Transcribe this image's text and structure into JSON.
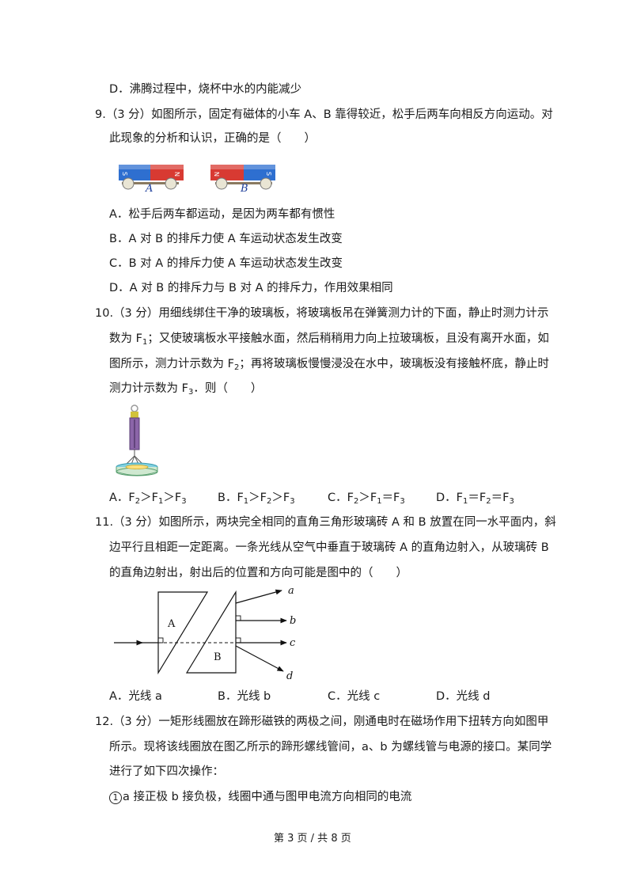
{
  "q8": {
    "option_d": "D．沸腾过程中，烧杯中水的内能减少"
  },
  "q9": {
    "line1": "9.（3 分）如图所示，固定有磁体的小车 A、B 靠得较近，松手后两车向相反方向运动。对",
    "line2": "此现象的分析和认识，正确的是（　　）",
    "fig": {
      "car_a": "A",
      "car_b": "B",
      "pole_s": "S",
      "pole_n": "N"
    },
    "option_a": "A．松手后两车都运动，是因为两车都有惯性",
    "option_b": "B．A 对 B 的排斥力使 A 车运动状态发生改变",
    "option_c": "C．B 对 A 的排斥力使 A 车运动状态发生改变",
    "option_d": "D．A 对 B 的排斥力与 B 对 A 的排斥力，作用效果相同"
  },
  "q10": {
    "line1": "10.（3 分）用细线绑住干净的玻璃板，将玻璃板吊在弹簧测力计的下面，静止时测力计示",
    "line2_a": "数为 F",
    "line2_sub": "1",
    "line2_b": "；又使玻璃板水平接触水面，然后稍稍用力向上拉玻璃板，且没有离开水面，如",
    "line3_a": "图所示，测力计示数为 F",
    "line3_sub": "2",
    "line3_b": "；再将玻璃板慢慢浸没在水中，玻璃板没有接触杯底，静止时",
    "line4_a": "测力计示数为 F",
    "line4_sub": "3",
    "line4_b": "．则（　　）",
    "options": {
      "a": {
        "pre": "A．F",
        "s1": "2",
        "m1": "＞F",
        "s2": "1",
        "m2": "＞F",
        "s3": "3"
      },
      "b": {
        "pre": "B．F",
        "s1": "1",
        "m1": "＞F",
        "s2": "2",
        "m2": "＞F",
        "s3": "3"
      },
      "c": {
        "pre": "C．F",
        "s1": "2",
        "m1": "＞F",
        "s2": "1",
        "m2": "＝F",
        "s3": "3"
      },
      "d": {
        "pre": "D．F",
        "s1": "1",
        "m1": "＝F",
        "s2": "2",
        "m2": "＝F",
        "s3": "3"
      }
    }
  },
  "q11": {
    "line1": "11.（3 分）如图所示，两块完全相同的直角三角形玻璃砖 A 和 B 放置在同一水平面内，斜",
    "line2": "边平行且相距一定距离。一条光线从空气中垂直于玻璃砖 A 的直角边射入，从玻璃砖 B",
    "line3": "的直角边射出，射出后的位置和方向可能是图中的（　　）",
    "fig": {
      "label_A": "A",
      "label_B": "B",
      "ray_a": "a",
      "ray_b": "b",
      "ray_c": "c",
      "ray_d": "d"
    },
    "option_a": "A．光线 a",
    "option_b": "B．光线 b",
    "option_c": "C．光线 c",
    "option_d": "D．光线 d"
  },
  "q12": {
    "line1": "12.（3 分）一矩形线圈放在蹄形磁铁的两极之间，刚通电时在磁场作用下扭转方向如图甲",
    "line2": "所示。现将该线圈放在图乙所示的蹄形螺线管间，a、b 为螺线管与电源的接口。某同学",
    "line3": "进行了如下四次操作：",
    "item1_marker": "1",
    "item1_text": "a 接正极 b 接负极，线圈中通与图甲电流方向相同的电流"
  },
  "footer": {
    "page": "第 3 页 / 共 8 页"
  }
}
